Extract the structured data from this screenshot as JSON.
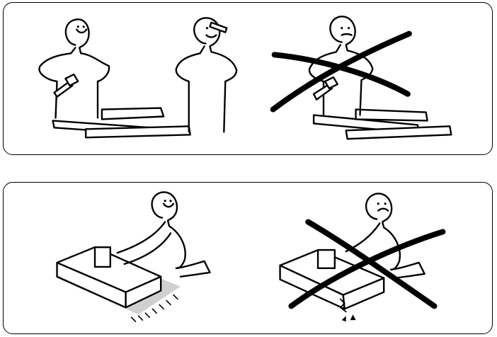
{
  "panels": [
    {
      "id": "top",
      "scenes": [
        {
          "name": "two-people-assembling",
          "allowed": true,
          "people": 2
        },
        {
          "name": "one-person-assembling",
          "allowed": false,
          "people": 1
        }
      ]
    },
    {
      "id": "bottom",
      "scenes": [
        {
          "name": "assemble-on-soft-surface",
          "allowed": true,
          "surface": "rug"
        },
        {
          "name": "assemble-on-hard-floor",
          "allowed": false,
          "surface": "floor"
        }
      ]
    }
  ],
  "colors": {
    "ink": "#000000",
    "background": "#ffffff",
    "rug": "#d0d0d0"
  },
  "icons": [
    "hammer-icon",
    "pencil-icon",
    "cross-out-icon",
    "board-icon",
    "rug-icon"
  ]
}
